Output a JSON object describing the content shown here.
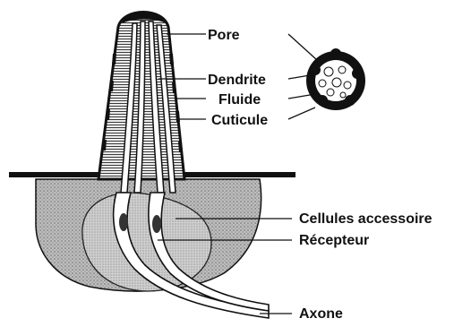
{
  "labels": {
    "pore": "Pore",
    "dendrite": "Dendrite",
    "fluide": "Fluide",
    "cuticule": "Cuticule",
    "cellules": "Cellules accessoire",
    "recepteur": "Récepteur",
    "axone": "Axone"
  },
  "colors": {
    "ink": "#111111",
    "stipple": "#9a9a9a",
    "hatch": "#444444",
    "background": "#ffffff"
  }
}
